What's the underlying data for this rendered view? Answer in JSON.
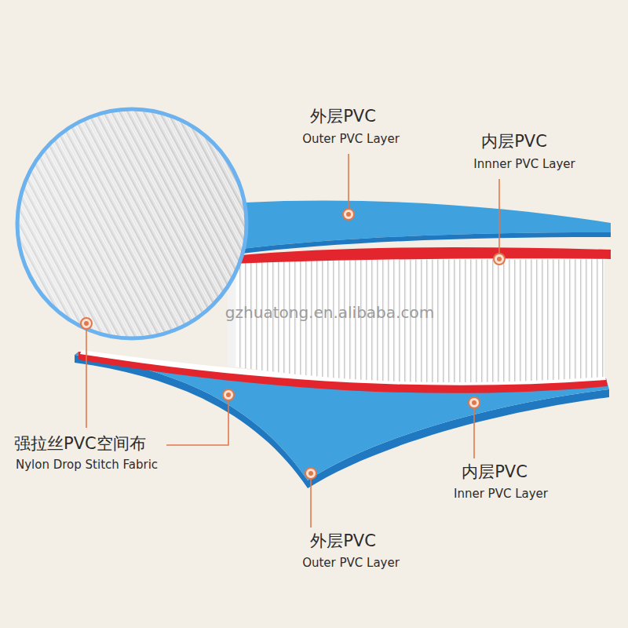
{
  "diagram": {
    "labels": [
      "外层PVC",
      "Outer PVC Layer",
      "内层PVC",
      "Innner PVC Layer",
      "gzhuatong.en.alibaba.com",
      "强拉丝PVC空间布",
      "Nylon Drop Stitch Fabric",
      "内层PVC",
      "Inner PVC Layer",
      "外层PVC",
      "Outer PVC Layer"
    ]
  }
}
